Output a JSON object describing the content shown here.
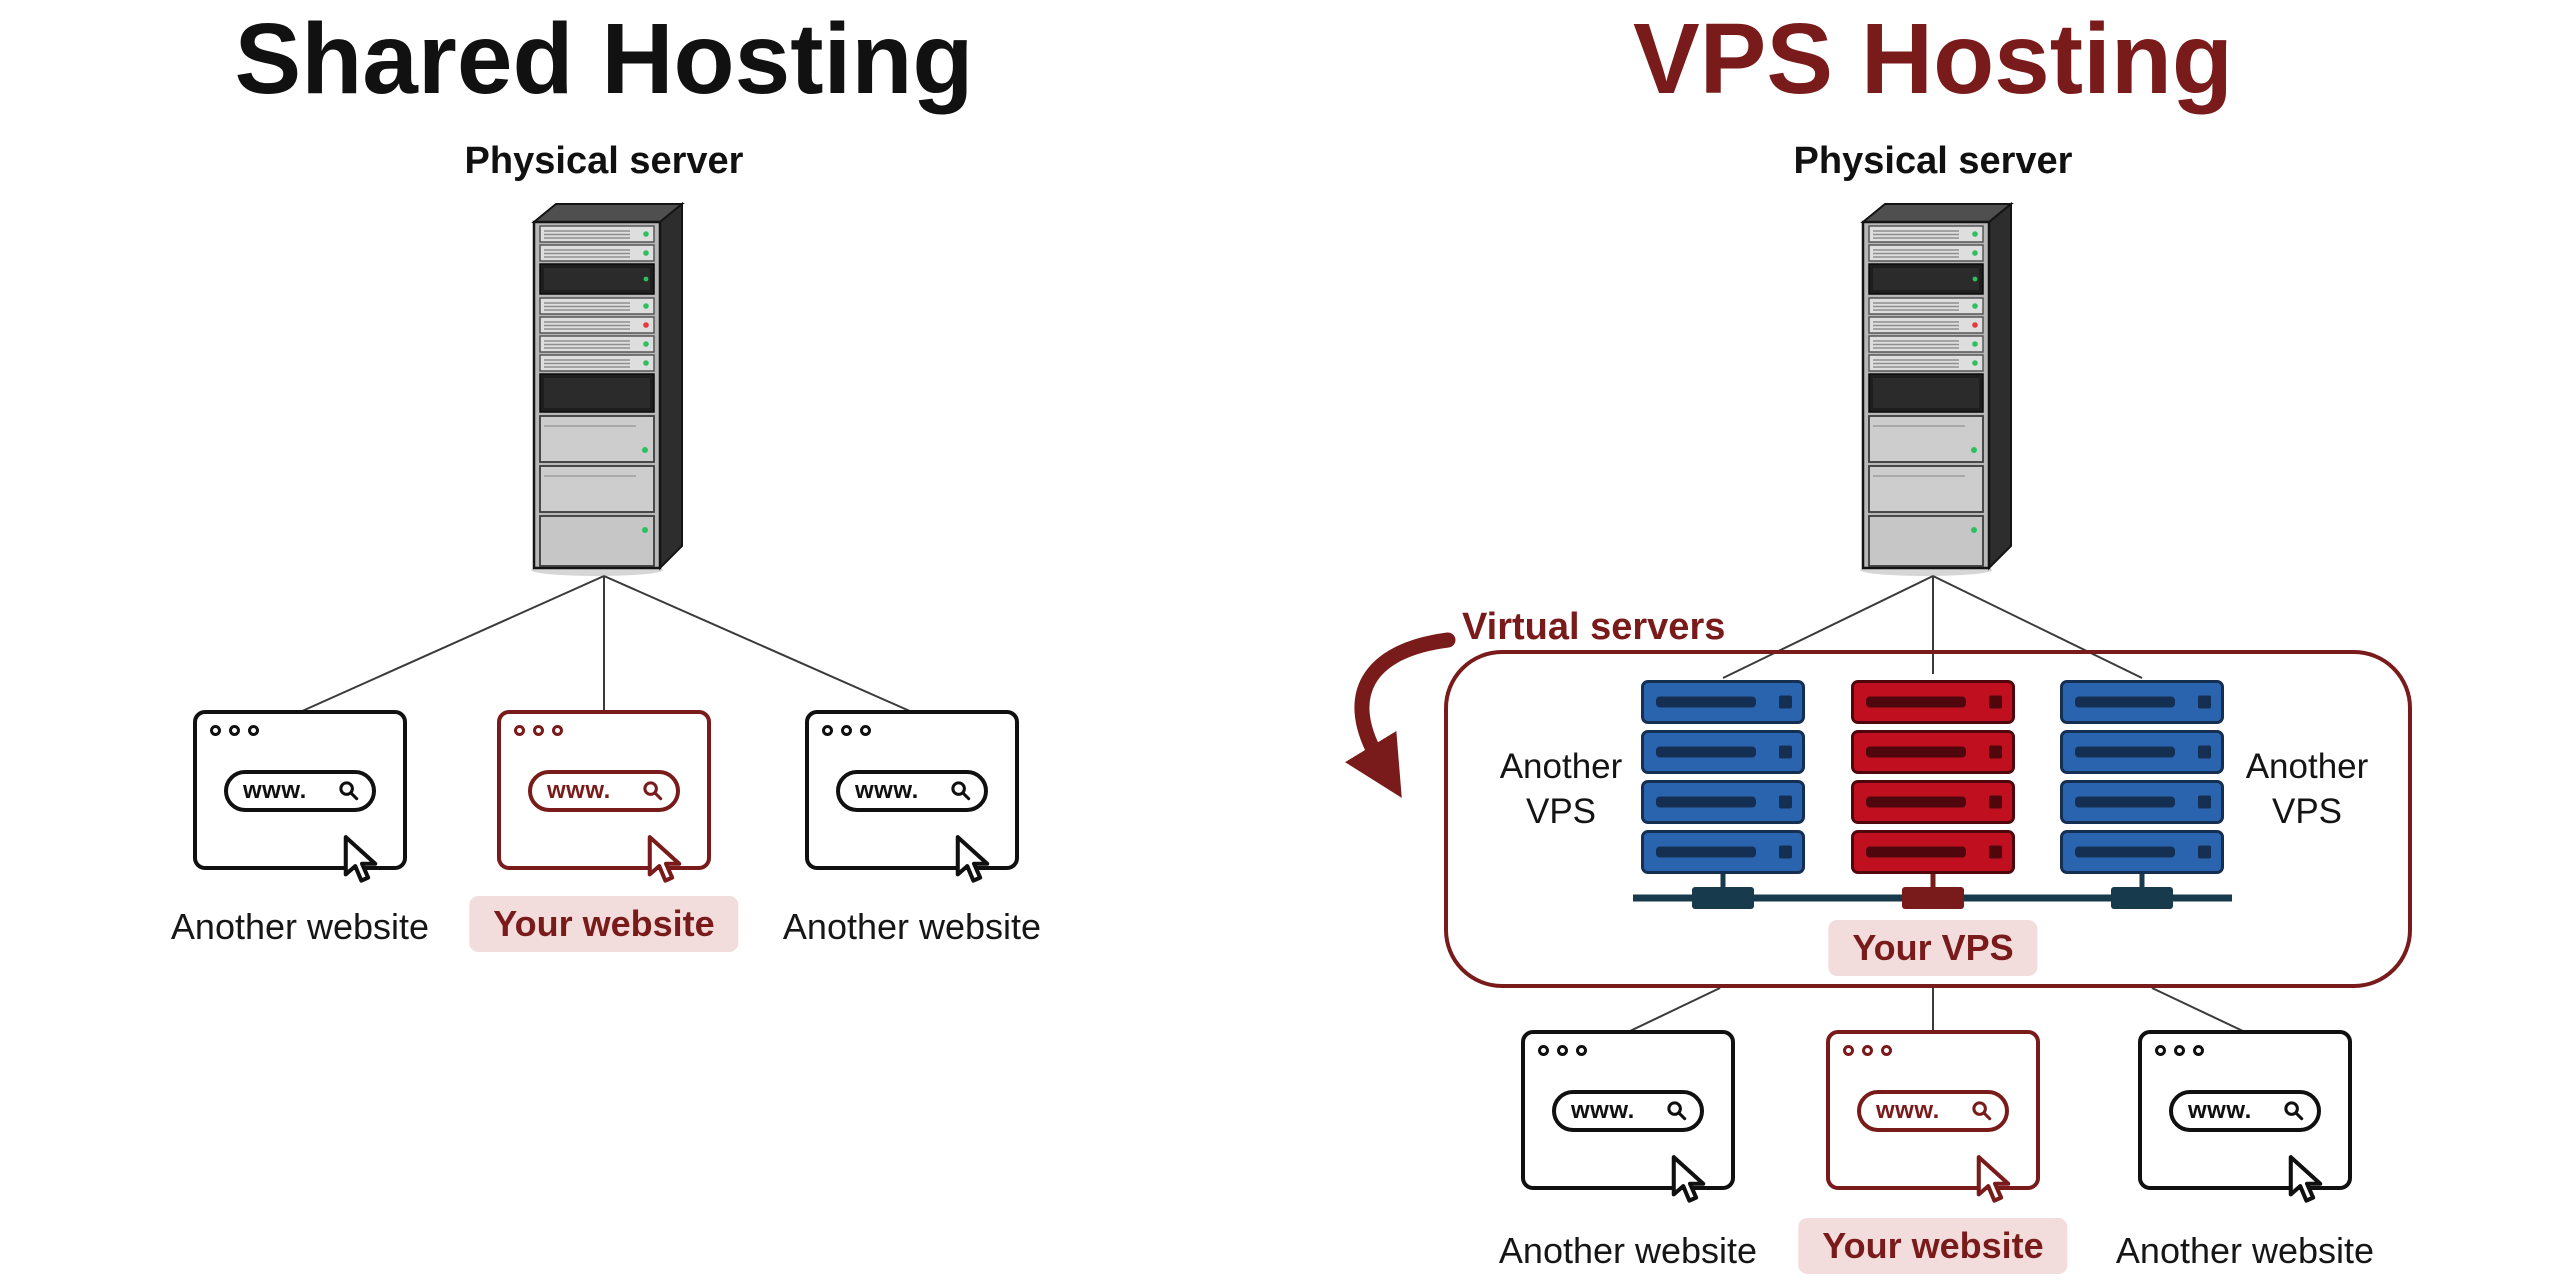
{
  "colors": {
    "maroon": "#7a1b1b",
    "pink": "#f3dcdc",
    "blue": "#2a64ae",
    "blue_dark": "#152f52",
    "red": "#c0101f",
    "red_dark": "#4f070d",
    "teal_dark": "#173a4d",
    "ink": "#111111"
  },
  "left": {
    "title": "Shared Hosting",
    "subtitle": "Physical server",
    "websites": [
      {
        "label": "Another website",
        "highlight": false
      },
      {
        "label": "Your website",
        "highlight": true
      },
      {
        "label": "Another website",
        "highlight": false
      }
    ]
  },
  "right": {
    "title": "VPS Hosting",
    "subtitle": "Physical server",
    "virtual_servers_label": "Virtual servers",
    "vps_left": {
      "line1": "Another",
      "line2": "VPS"
    },
    "vps_right": {
      "line1": "Another",
      "line2": "VPS"
    },
    "your_vps": "Your VPS",
    "websites": [
      {
        "label": "Another website",
        "highlight": false
      },
      {
        "label": "Your website",
        "highlight": true
      },
      {
        "label": "Another website",
        "highlight": false
      }
    ]
  },
  "browser": {
    "address": "www."
  }
}
